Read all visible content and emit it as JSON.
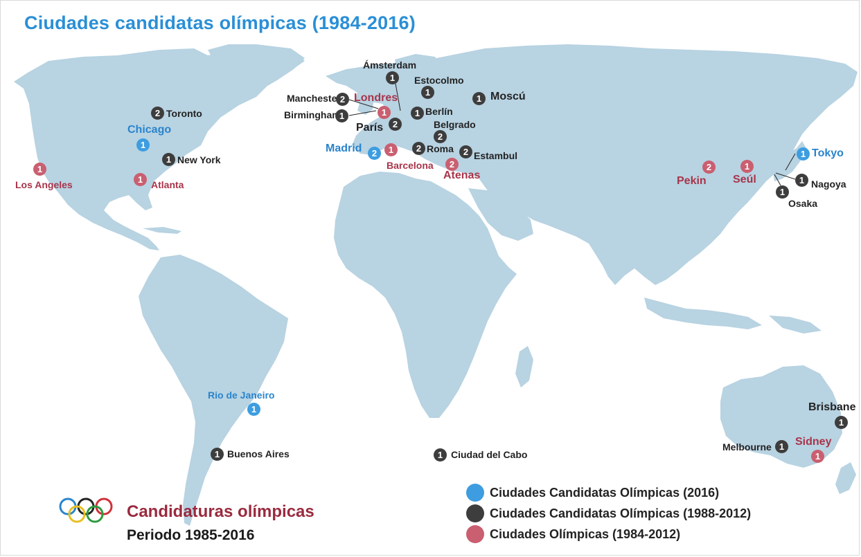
{
  "title": "Ciudades candidatas olímpicas (1984-2016)",
  "colors": {
    "land": "#b8d3e2",
    "candidate_2016": "#3d9de0",
    "candidate_1988_2012": "#3d3d3d",
    "olympic_city": "#c95f70"
  },
  "legend": [
    {
      "label": "Ciudades Candidatas Olímpicas (2016)",
      "color": "#3d9de0"
    },
    {
      "label": "Ciudades Candidatas Olímpicas (1988-2012)",
      "color": "#3d3d3d"
    },
    {
      "label": "Ciudades Olímpicas (1984-2012)",
      "color": "#c95f70"
    }
  ],
  "footer": {
    "title": "Candidaturas olímpicas",
    "subtitle": "Periodo 1985-2016",
    "rings_icon": "olympic-rings-icon"
  },
  "cities": [
    {
      "name": "Ámsterdam",
      "count": "1",
      "category": "dark"
    },
    {
      "name": "Estocolmo",
      "count": "1",
      "category": "dark"
    },
    {
      "name": "Moscú",
      "count": "1",
      "category": "dark"
    },
    {
      "name": "Manchester",
      "count": "2",
      "category": "dark"
    },
    {
      "name": "Londres",
      "count": "1",
      "category": "red"
    },
    {
      "name": "Birmingham",
      "count": "1",
      "category": "dark"
    },
    {
      "name": "Berlín",
      "count": "1",
      "category": "dark"
    },
    {
      "name": "París",
      "count": "2",
      "category": "dark"
    },
    {
      "name": "Belgrado",
      "count": "2",
      "category": "dark"
    },
    {
      "name": "Madrid",
      "count": "2",
      "category": "blue"
    },
    {
      "name": "Barcelona",
      "count": "1",
      "category": "red"
    },
    {
      "name": "Roma",
      "count": "2",
      "category": "dark"
    },
    {
      "name": "Estambul",
      "count": "2",
      "category": "dark"
    },
    {
      "name": "Atenas",
      "count": "2",
      "category": "red"
    },
    {
      "name": "Toronto",
      "count": "2",
      "category": "dark"
    },
    {
      "name": "Chicago",
      "count": "1",
      "category": "blue"
    },
    {
      "name": "New York",
      "count": "1",
      "category": "dark"
    },
    {
      "name": "Los Angeles",
      "count": "1",
      "category": "red"
    },
    {
      "name": "Atlanta",
      "count": "1",
      "category": "red"
    },
    {
      "name": "Tokyo",
      "count": "1",
      "category": "blue"
    },
    {
      "name": "Pekin",
      "count": "2",
      "category": "red"
    },
    {
      "name": "Seúl",
      "count": "1",
      "category": "red"
    },
    {
      "name": "Nagoya",
      "count": "1",
      "category": "dark"
    },
    {
      "name": "Osaka",
      "count": "1",
      "category": "dark"
    },
    {
      "name": "Rio de Janeiro",
      "count": "1",
      "category": "blue"
    },
    {
      "name": "Buenos Aires",
      "count": "1",
      "category": "dark"
    },
    {
      "name": "Ciudad del Cabo",
      "count": "1",
      "category": "dark"
    },
    {
      "name": "Brisbane",
      "count": "1",
      "category": "dark"
    },
    {
      "name": "Melbourne",
      "count": "1",
      "category": "dark"
    },
    {
      "name": "Sidney",
      "count": "1",
      "category": "red"
    }
  ]
}
